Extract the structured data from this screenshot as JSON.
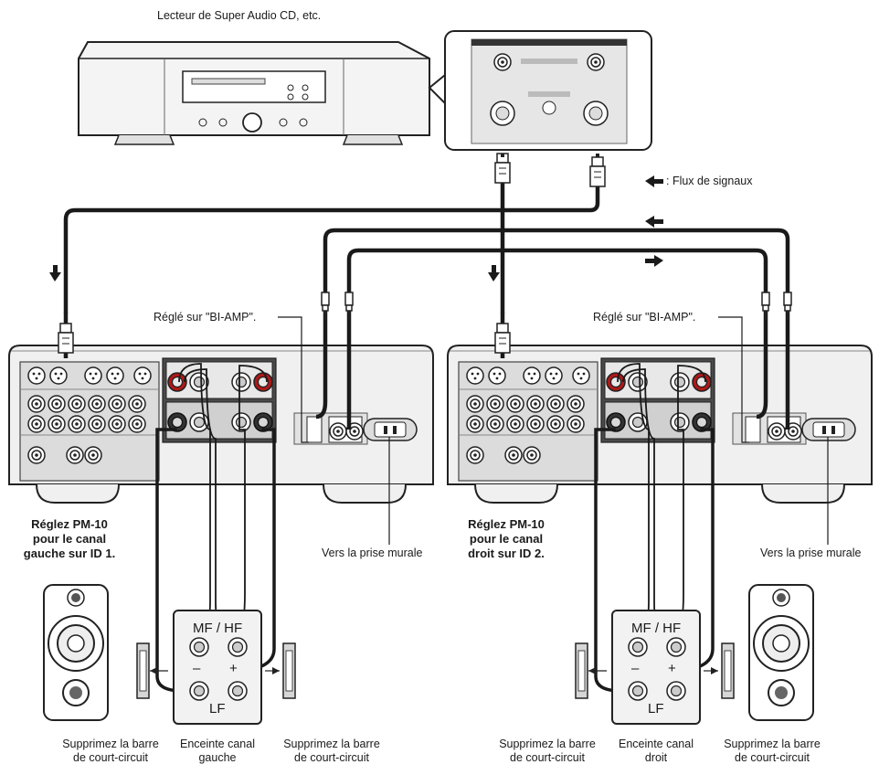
{
  "labels": {
    "player": "Lecteur de Super Audio CD, etc.",
    "signal_flow": ": Flux de signaux",
    "biamp_left": "Réglé sur \"BI-AMP\".",
    "biamp_right": "Réglé sur \"BI-AMP\".",
    "amp_left_l1": "Réglez PM-10",
    "amp_left_l2": "pour le canal",
    "amp_left_l3": "gauche sur ID 1.",
    "amp_right_l1": "Réglez PM-10",
    "amp_right_l2": "pour le canal",
    "amp_right_l3": "droit sur ID 2.",
    "wall_left": "Vers la prise murale",
    "wall_right": "Vers la prise murale",
    "mfhf": "MF / HF",
    "lf": "LF",
    "minus": "–",
    "plus": "+",
    "remove_bar_l1": "Supprimez la barre",
    "remove_bar_l2": "de court-circuit",
    "spk_left_l1": "Enceinte canal",
    "spk_left_l2": "gauche",
    "spk_right_l1": "Enceinte canal",
    "spk_right_l2": "droit"
  },
  "colors": {
    "line": "#1a1a1a",
    "panel": "#e4e4e4",
    "terminal_red": "#b01818",
    "terminal_panel": "#4a4a4a"
  }
}
